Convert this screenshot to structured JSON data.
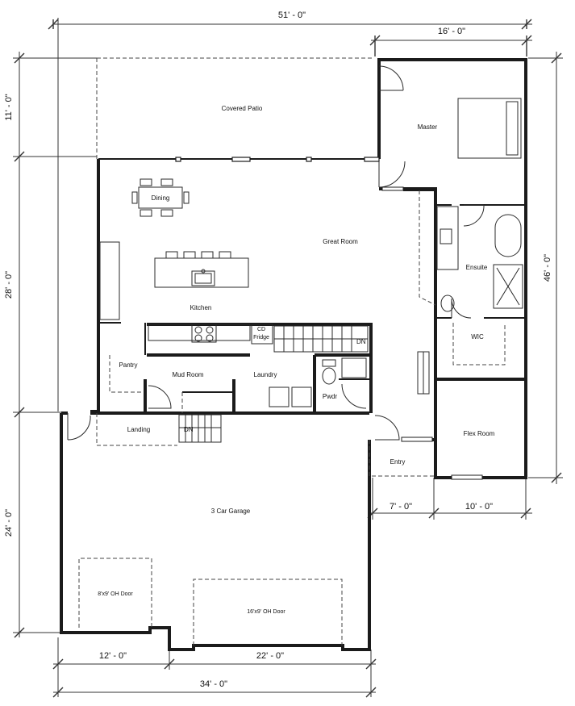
{
  "rooms": {
    "covered_patio": "Covered Patio",
    "master": "Master",
    "dining": "Dining",
    "great_room": "Great Room",
    "ensuite": "Ensuite",
    "kitchen": "Kitchen",
    "wic": "WIC",
    "cd_fridge": "CD",
    "cd_fridge_2": "Fridge",
    "dn_upper": "DN",
    "pantry": "Pantry",
    "mud_room": "Mud Room",
    "laundry": "Laundry",
    "pwdr": "Pwdr",
    "landing": "Landing",
    "dn_lower": "DN",
    "flex_room": "Flex Room",
    "entry": "Entry",
    "garage": "3 Car Garage",
    "oh_door_small": "8'x9' OH Door",
    "oh_door_large": "16'x9' OH Door"
  },
  "dimensions": {
    "overall_width": "51' - 0\"",
    "master_width": "16' - 0\"",
    "patio_depth": "11' - 0\"",
    "main_depth": "28' - 0\"",
    "garage_depth": "24' - 0\"",
    "overall_depth": "46' - 0\"",
    "entry_width": "7' - 0\"",
    "flex_width": "10' - 0\"",
    "garage_left": "12' - 0\"",
    "garage_right": "22' - 0\"",
    "garage_width": "34' - 0\""
  },
  "colors": {
    "wall": "#1b1b1b",
    "background": "#ffffff"
  }
}
